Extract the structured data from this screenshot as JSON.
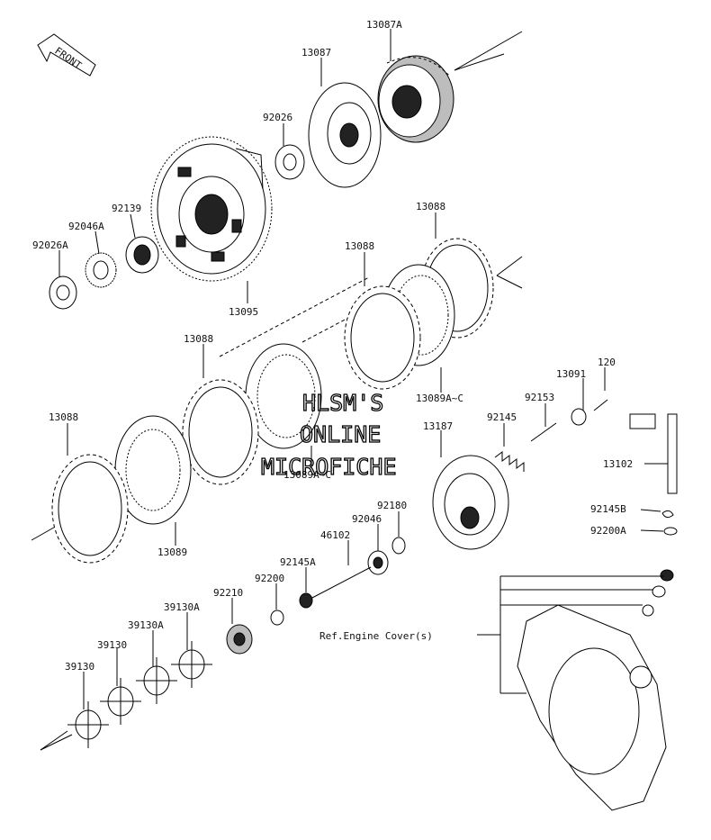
{
  "diagram": {
    "front_arrow": "FRONT",
    "ref_note": "Ref.Engine Cover(s)",
    "watermark": [
      "HLSM'S",
      "ONLINE",
      "MICROFICHE"
    ],
    "part_labels": {
      "p13087A": "13087A",
      "p13087": "13087",
      "p92026": "92026",
      "p92139": "92139",
      "p92046A": "92046A",
      "p92026A": "92026A",
      "p13095": "13095",
      "p13088_top": "13088",
      "p13088_mid": "13088",
      "p13088_left": "13088",
      "p13088_far": "13088",
      "p13089A_C_1": "13089A~C",
      "p13089A_C_2": "13089A~C",
      "p13089": "13089",
      "p120": "120",
      "p13091": "13091",
      "p92153": "92153",
      "p92145": "92145",
      "p13187": "13187",
      "p13102": "13102",
      "p92145B": "92145B",
      "p92200A": "92200A",
      "p92180": "92180",
      "p92046": "92046",
      "p46102": "46102",
      "p92145A": "92145A",
      "p92200": "92200",
      "p92210": "92210",
      "p39130A_1": "39130A",
      "p39130A_2": "39130A",
      "p39130_1": "39130",
      "p39130_2": "39130"
    }
  }
}
